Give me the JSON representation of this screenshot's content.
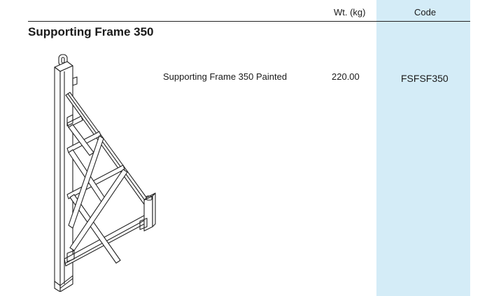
{
  "header": {
    "weight_label": "Wt. (kg)",
    "code_label": "Code"
  },
  "section": {
    "title": "Supporting Frame 350"
  },
  "items": [
    {
      "name": "Supporting Frame 350 Painted",
      "weight": "220.00",
      "code": "FSFSF350"
    }
  ],
  "colors": {
    "code_column_bg": "#d4ecf7",
    "text": "#1a1a1a",
    "rule": "#222222"
  },
  "image": {
    "icon": "supporting-frame-drawing"
  }
}
